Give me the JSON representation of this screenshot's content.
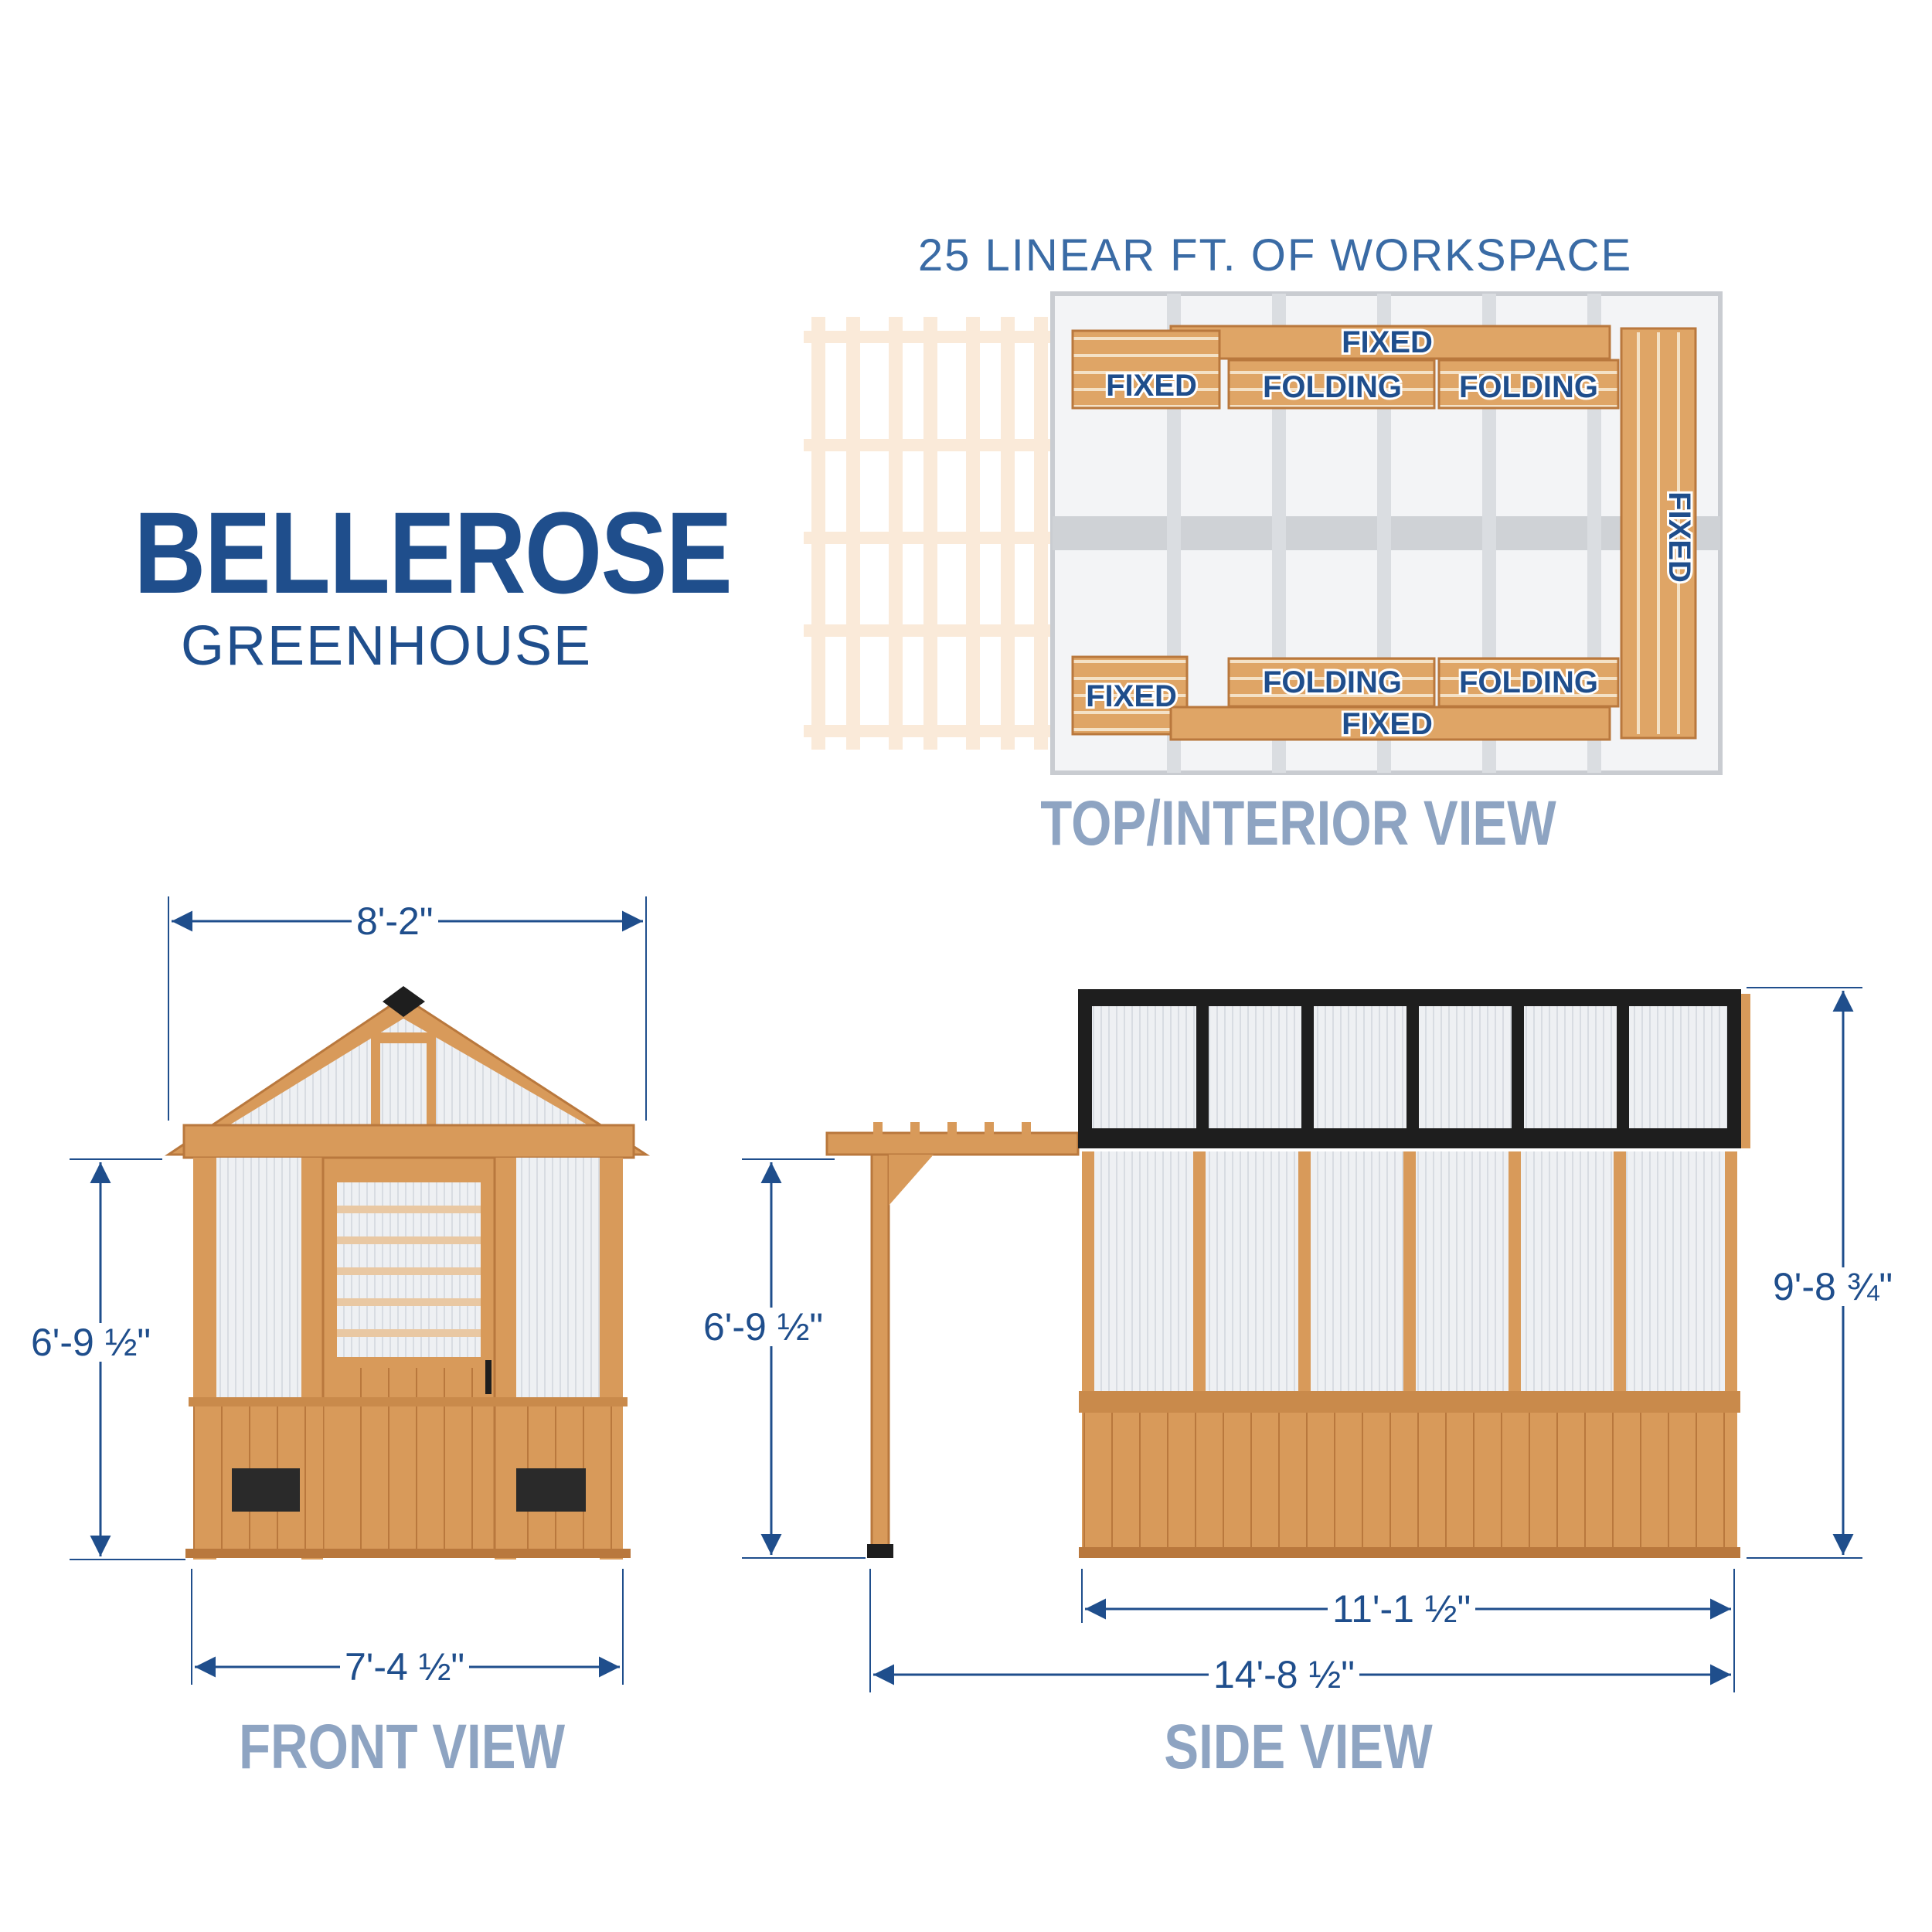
{
  "brand": {
    "name": "BELLEROSE",
    "subtitle": "GREENHOUSE"
  },
  "workspace_note": "25 LINEAR FT. OF WORKSPACE",
  "colors": {
    "brand_blue": "#1f4e8c",
    "label_gray_blue": "#8ea4c2",
    "cedar": "#d89a5a",
    "roof_black": "#1e1e1e"
  },
  "top_view": {
    "label": "TOP/INTERIOR VIEW",
    "benches": [
      {
        "tag": "FIXED"
      },
      {
        "tag": "FIXED"
      },
      {
        "tag": "FOLDING"
      },
      {
        "tag": "FOLDING"
      },
      {
        "tag": "FIXED"
      },
      {
        "tag": "FIXED"
      },
      {
        "tag": "FOLDING"
      },
      {
        "tag": "FOLDING"
      },
      {
        "tag": "FIXED"
      }
    ]
  },
  "front_view": {
    "label": "FRONT VIEW",
    "dim_width_top": "8'-2\"",
    "dim_height": "6'-9 ½\"",
    "dim_width_base": "7'-4 ½\""
  },
  "side_view": {
    "label": "SIDE VIEW",
    "dim_pergola_height": "6'-9 ½\"",
    "dim_total_height": "9'-8 ¾\"",
    "dim_body_length": "11'-1 ½\"",
    "dim_total_length": "14'-8 ½\""
  }
}
